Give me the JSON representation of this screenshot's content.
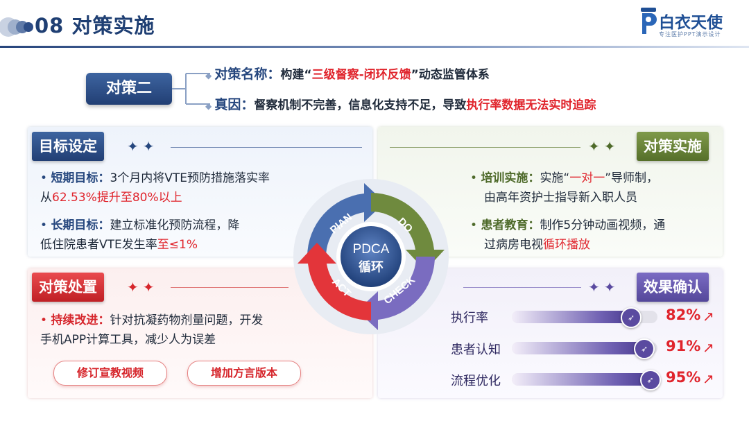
{
  "header": {
    "title": "08 对策实施",
    "logo_name": "白衣天使",
    "logo_sub": "专注医护PPT演示设计"
  },
  "strategy": {
    "label": "对策二",
    "name_key": "对策名称：",
    "name_prefix": "构建“",
    "name_highlight": "三级督察-闭环反馈",
    "name_suffix": "”动态监管体系",
    "cause_key": "真因：",
    "cause_text": "督察机制不完善，信息化支持不足，导致",
    "cause_highlight": "执行率数据无法实时追踪"
  },
  "goals": {
    "tag": "目标设定",
    "short_label": "短期目标：",
    "short_text": "3个月内将VTE预防措施落实率",
    "short_from": "从",
    "short_highlight": "62.53%提升至80%以上",
    "long_label": "长期目标：",
    "long_text": "建立标准化预防流程，降",
    "long_text2": "低住院患者VTE发生率",
    "long_highlight": "至≤1%"
  },
  "implementation": {
    "tag": "对策实施",
    "train_label": "培训实施：",
    "train_text": "实施“",
    "train_highlight": "一对一",
    "train_text2": "”导师制，",
    "train_line2": "由高年资护士指导新入职人员",
    "edu_label": "患者教育：",
    "edu_text": "制作5分钟动画视频，通",
    "edu_line2": "过病房电视",
    "edu_highlight": "循环播放"
  },
  "disposal": {
    "tag": "对策处置",
    "label": "持续改进：",
    "text": "针对抗凝药物剂量问题，开发",
    "line2": "手机APP计算工具，减少人为误差",
    "btn1": "修订宣教视频",
    "btn2": "增加方言版本"
  },
  "pdca": {
    "center_top": "PDCA",
    "center_bottom": "循环",
    "plan": "PlAN",
    "do": "DO",
    "check": "CHECK",
    "act": "ACT",
    "colors": {
      "plan": "#4a6fb0",
      "do": "#6f8a3e",
      "check": "#7a6cc0",
      "act": "#e3353a"
    }
  },
  "effect": {
    "tag": "效果确认",
    "items": [
      {
        "label": "执行率",
        "value": 82,
        "display": "82%"
      },
      {
        "label": "患者认知",
        "value": 91,
        "display": "91%"
      },
      {
        "label": "流程优化",
        "value": 95,
        "display": "95%"
      }
    ]
  },
  "colors": {
    "accent_blue": "#26477e",
    "accent_red": "#e0242c",
    "accent_green": "#6f8a3e",
    "accent_purple": "#5a4aa0"
  }
}
